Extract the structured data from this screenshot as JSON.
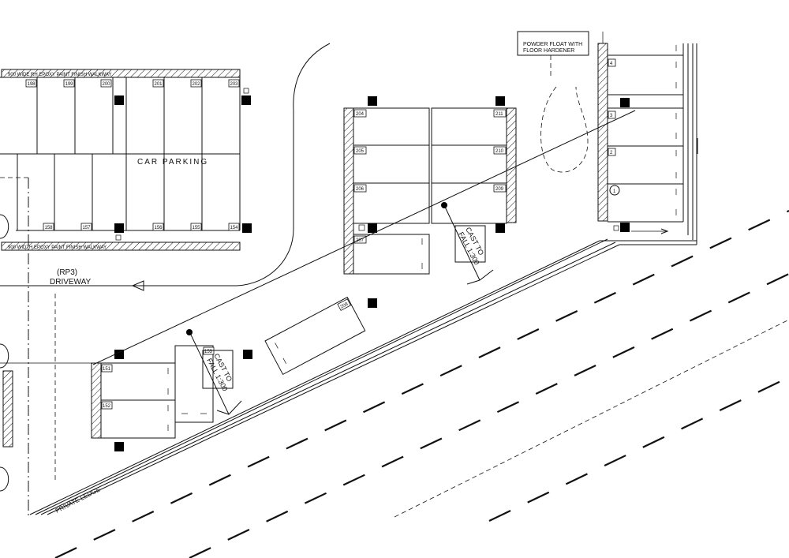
{
  "labels": {
    "car_parking": "CAR PARKING",
    "driveway_ref": "(RP3)",
    "driveway": "DRIVEWAY",
    "walkway_top": "900 WIDE RH EPOXY PAINT FINISH WALKWAY",
    "walkway_bottom": "900 WIDTH EPOXY PAINT FINISH WALKWAY",
    "note_line1": "POWDER FLOAT WITH",
    "note_line2": "FLOOR HARDENER",
    "private_ledge": "PRIVATE LEDGE",
    "cast_fall_1": "CAST TO",
    "cast_fall_1b": "FALL 1:300",
    "cast_fall_2": "CAST TO",
    "cast_fall_2b": "FALL 1:300"
  },
  "bays": {
    "b198": "198",
    "b199": "199",
    "b200": "200",
    "b201": "201",
    "b202": "202",
    "b203": "203",
    "b158": "158",
    "b157": "157",
    "b156": "156",
    "b155": "155",
    "b154": "154",
    "b204": "204",
    "b205": "205",
    "b206": "206",
    "b207": "207",
    "b211": "211",
    "b210": "210",
    "b209": "209",
    "b208": "208",
    "b153": "153",
    "b151": "151",
    "b152": "152",
    "b4": "4",
    "b3": "3",
    "b2": "2",
    "b1": "1"
  },
  "colors": {
    "line": "#111111",
    "background": "#ffffff"
  }
}
